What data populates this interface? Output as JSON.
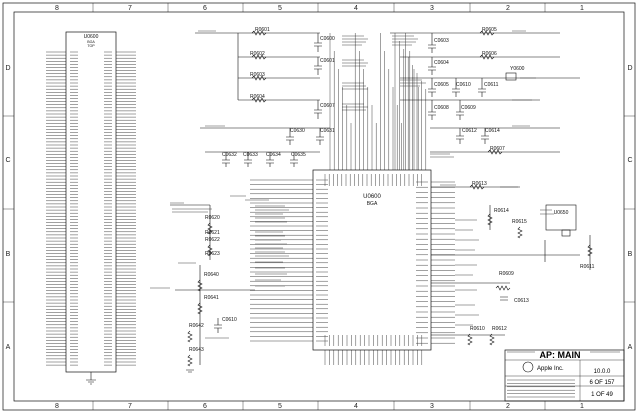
{
  "sheet": {
    "columns": [
      "8",
      "7",
      "6",
      "5",
      "4",
      "3",
      "2",
      "1"
    ],
    "rows": [
      "D",
      "C",
      "B",
      "A"
    ]
  },
  "connector": {
    "ref": "U0600",
    "sub": [
      "BGA",
      "TOP"
    ]
  },
  "main_ic": {
    "ref": "U0600",
    "value": "BGA"
  },
  "resistors_top": [
    "R0601",
    "R0602",
    "R0603",
    "R0604"
  ],
  "caps_top": [
    "C0600",
    "C0601",
    "C0607"
  ],
  "caps_mid": [
    "C0630",
    "C0631"
  ],
  "caps_row": [
    "C0632",
    "C0633",
    "C0634",
    "C0635"
  ],
  "caps_right": [
    "C0603",
    "C0604",
    "C0605",
    "C0610",
    "C0611",
    "C0608",
    "C0609",
    "C0612",
    "C0614"
  ],
  "resistors_right": [
    "R0605",
    "R0606",
    "R0607",
    "R0613",
    "R0614",
    "R0615",
    "R0611",
    "R0612",
    "R0609"
  ],
  "crystal": {
    "ref": "Y0600"
  },
  "left_parts": [
    "R0620",
    "R0621",
    "R0622",
    "R0623",
    "R0640",
    "R0641",
    "C0610",
    "R0642",
    "R0643"
  ],
  "right_block": {
    "ref": "U0650"
  },
  "bottom_right": [
    "R0610",
    "C0613"
  ],
  "title_block": {
    "company": "Apple Inc.",
    "title": "AP: MAIN",
    "rev": "10.0.0",
    "page": "6 OF 157",
    "sheet": "1 OF 49"
  }
}
